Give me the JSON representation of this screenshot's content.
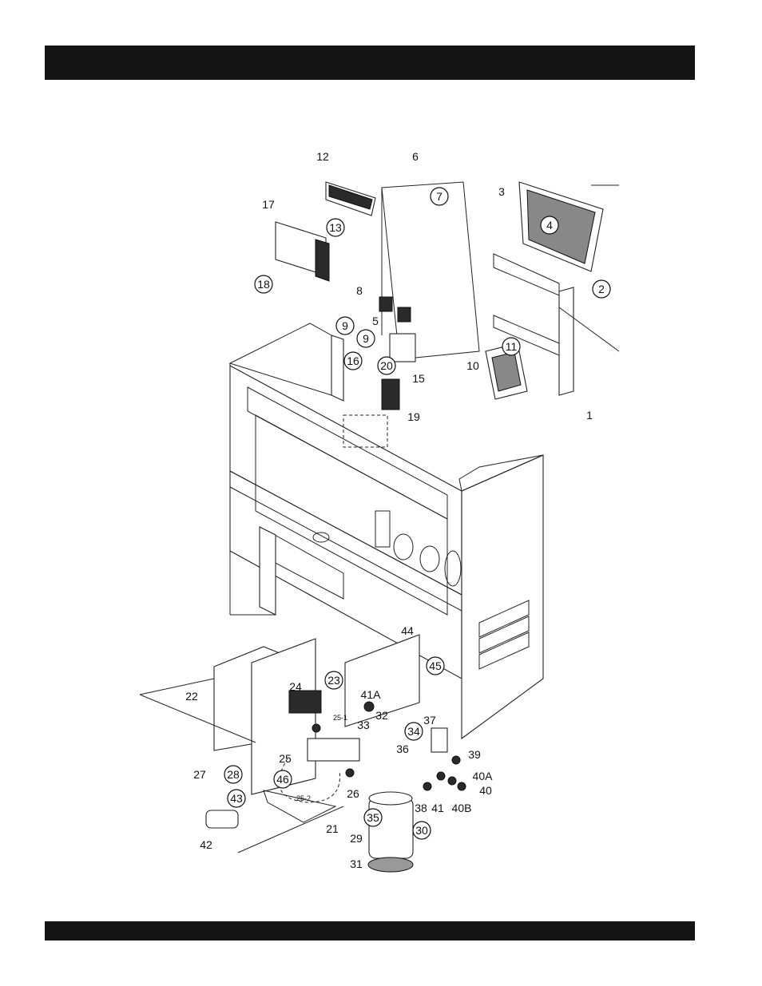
{
  "header": {
    "text": ""
  },
  "footer": {
    "text": ""
  },
  "callouts": [
    {
      "id": "c1",
      "label": "1",
      "circled": false
    },
    {
      "id": "c2",
      "label": "2",
      "circled": true
    },
    {
      "id": "c3",
      "label": "3",
      "circled": false
    },
    {
      "id": "c4",
      "label": "4",
      "circled": true
    },
    {
      "id": "c5",
      "label": "5",
      "circled": false
    },
    {
      "id": "c6",
      "label": "6",
      "circled": false
    },
    {
      "id": "c7",
      "label": "7",
      "circled": true
    },
    {
      "id": "c8",
      "label": "8",
      "circled": false
    },
    {
      "id": "c9a",
      "label": "9",
      "circled": true
    },
    {
      "id": "c9b",
      "label": "9",
      "circled": true
    },
    {
      "id": "c10",
      "label": "10",
      "circled": false
    },
    {
      "id": "c11",
      "label": "11",
      "circled": true
    },
    {
      "id": "c12",
      "label": "12",
      "circled": false
    },
    {
      "id": "c13",
      "label": "13",
      "circled": true
    },
    {
      "id": "c15",
      "label": "15",
      "circled": false
    },
    {
      "id": "c16",
      "label": "16",
      "circled": true
    },
    {
      "id": "c17",
      "label": "17",
      "circled": false
    },
    {
      "id": "c18",
      "label": "18",
      "circled": true
    },
    {
      "id": "c19",
      "label": "19",
      "circled": false
    },
    {
      "id": "c20",
      "label": "20",
      "circled": true
    },
    {
      "id": "c21",
      "label": "21",
      "circled": false
    },
    {
      "id": "c22",
      "label": "22",
      "circled": false
    },
    {
      "id": "c23",
      "label": "23",
      "circled": true
    },
    {
      "id": "c24",
      "label": "24",
      "circled": false
    },
    {
      "id": "c25",
      "label": "25",
      "circled": false
    },
    {
      "id": "c25_1",
      "label": "25-1",
      "circled": false
    },
    {
      "id": "c25_2",
      "label": "25-2",
      "circled": false
    },
    {
      "id": "c26",
      "label": "26",
      "circled": false
    },
    {
      "id": "c27",
      "label": "27",
      "circled": false
    },
    {
      "id": "c28",
      "label": "28",
      "circled": true
    },
    {
      "id": "c29",
      "label": "29",
      "circled": false
    },
    {
      "id": "c30",
      "label": "30",
      "circled": true
    },
    {
      "id": "c31",
      "label": "31",
      "circled": false
    },
    {
      "id": "c32",
      "label": "32",
      "circled": false
    },
    {
      "id": "c33",
      "label": "33",
      "circled": false
    },
    {
      "id": "c34",
      "label": "34",
      "circled": true
    },
    {
      "id": "c35",
      "label": "35",
      "circled": true
    },
    {
      "id": "c36",
      "label": "36",
      "circled": false
    },
    {
      "id": "c37",
      "label": "37",
      "circled": false
    },
    {
      "id": "c38",
      "label": "38",
      "circled": false
    },
    {
      "id": "c39",
      "label": "39",
      "circled": false
    },
    {
      "id": "c40",
      "label": "40",
      "circled": false
    },
    {
      "id": "c40A",
      "label": "40A",
      "circled": false
    },
    {
      "id": "c40B",
      "label": "40B",
      "circled": false
    },
    {
      "id": "c41",
      "label": "41",
      "circled": false
    },
    {
      "id": "c41A",
      "label": "41A",
      "circled": false
    },
    {
      "id": "c42",
      "label": "42",
      "circled": false
    },
    {
      "id": "c43",
      "label": "43",
      "circled": true
    },
    {
      "id": "c44",
      "label": "44",
      "circled": false
    },
    {
      "id": "c45",
      "label": "45",
      "circled": true
    },
    {
      "id": "c46",
      "label": "46",
      "circled": true
    }
  ]
}
